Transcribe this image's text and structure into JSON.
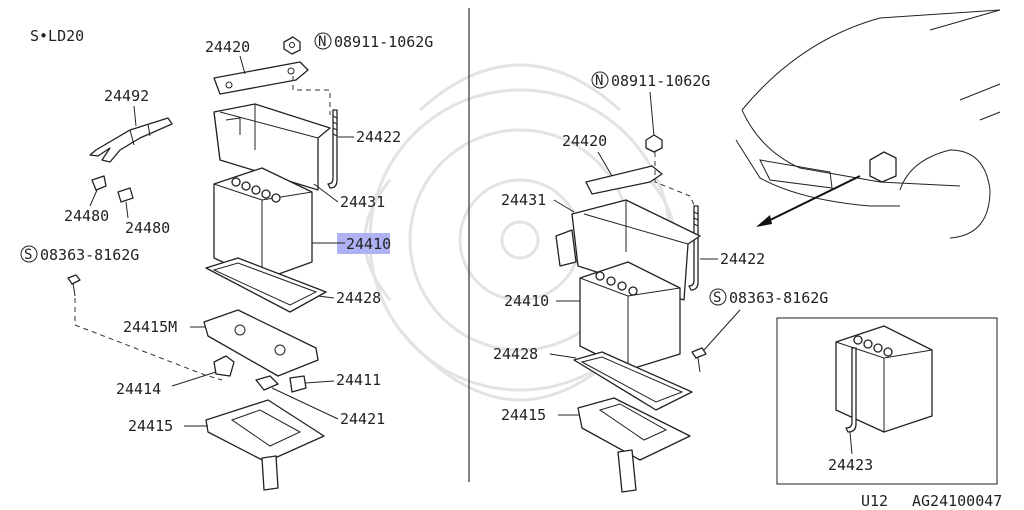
{
  "model_tag": "S•LD20",
  "footer": {
    "code_left": "U12",
    "code_right": "AG24100047"
  },
  "left": {
    "p24420": "24420",
    "nut_prefix": "N",
    "nut_code": "08911-1062G",
    "p24492": "24492",
    "p24422": "24422",
    "p24431": "24431",
    "p24480a": "24480",
    "p24480b": "24480",
    "p24410": "24410",
    "screw_prefix": "S",
    "screw_code": "08363-8162G",
    "p24428": "24428",
    "p24415m": "24415M",
    "p24414": "24414",
    "p24411": "24411",
    "p24421": "24421",
    "p24415": "24415"
  },
  "right": {
    "nut_prefix": "N",
    "nut_code": "08911-1062G",
    "p24420": "24420",
    "p24431": "24431",
    "p24422": "24422",
    "screw_prefix": "S",
    "screw_code": "08363-8162G",
    "p24410": "24410",
    "p24428": "24428",
    "p24415": "24415",
    "inset_p24423": "24423"
  },
  "highlight_color": "#aeb2f2",
  "line_color": "#222222"
}
